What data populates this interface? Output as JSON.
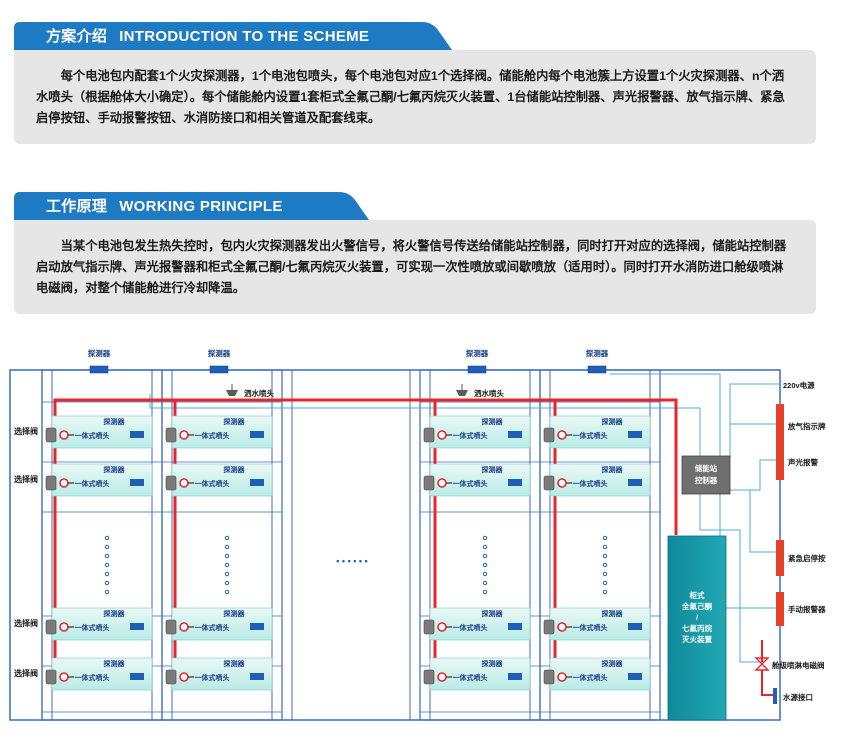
{
  "sections": [
    {
      "title_cn": "方案介绍",
      "title_en": "INTRODUCTION TO THE SCHEME",
      "body": "每个电池包内配套1个火灾探测器，1个电池包喷头，每个电池包对应1个选择阀。储能舱内每个电池簇上方设置1个火灾探测器、n个洒水喷头（根据舱体大小确定）。每个储能舱内设置1套柜式全氟己酮/七氟丙烷灭火装置、1台储能站控制器、声光报警器、放气指示牌、紧急启停按钮、手动报警按钮、水消防接口和相关管道及配套线束。"
    },
    {
      "title_cn": "工作原理",
      "title_en": "WORKING PRINCIPLE",
      "body": "当某个电池包发生热失控时，包内火灾探测器发出火警信号，将火警信号传送给储能站控制器，同时打开对应的选择阀，储能站控制器启动放气指示牌、声光报警器和柜式全氟己酮/七氟丙烷灭火装置，可实现一次性喷放或间歇喷放（适用时）。同时打开水消防进口舱级喷淋电磁阀，对整个储能舱进行冷却降温。"
    }
  ],
  "diagram": {
    "top_detector": "探测器",
    "sprinkler": "洒水喷头",
    "pack_detector": "探测器",
    "pack_nozzle": "一体式喷头",
    "selector_valve": "选择阀",
    "ellipsis": "• • • • • •",
    "power": "220v电源",
    "discharge_sign": "放气指示牌",
    "alarm": "声光报警",
    "controller_line1": "储能站",
    "controller_line2": "控制器",
    "estop": "紧急启停按",
    "manual_alarm": "手动报警器",
    "extinguisher_lines": [
      "柜式",
      "全氟己酮",
      "/",
      "七氟丙烷",
      "灭火装置"
    ],
    "solenoid_valve": "舱级喷淋电磁阀",
    "water_inlet": "水源接口"
  },
  "colors": {
    "tab_blue": "#1f7ac4",
    "red_pipe": "#e8262a",
    "frame_blue": "#3a6cc0",
    "wire_blue": "#4bb0d8",
    "device_red": "#e8412a",
    "cabinet_teal": "#1a9aa8"
  }
}
